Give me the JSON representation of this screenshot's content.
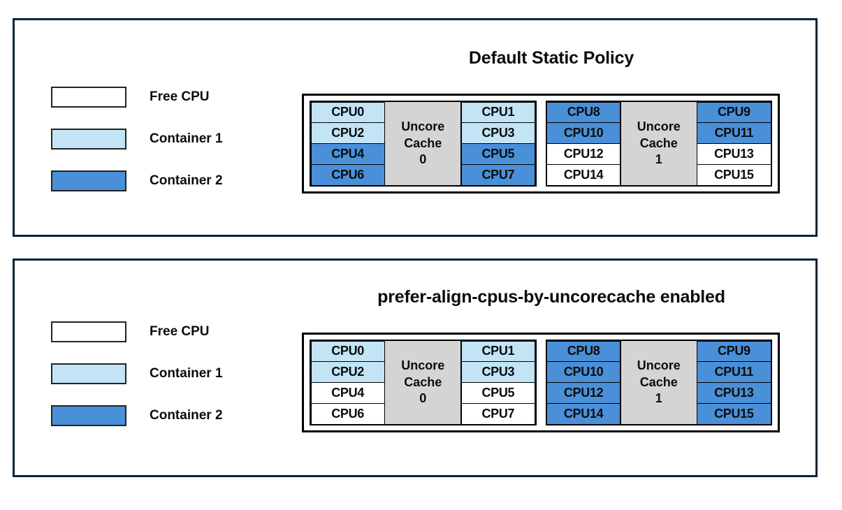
{
  "colors": {
    "free": "#ffffff",
    "container1": "#c2e4f5",
    "container2": "#4a90d9",
    "cache": "#d4d4d4",
    "panel_border": "#0a2430",
    "box_border": "#000000",
    "text": "#0c0c0c"
  },
  "legend": {
    "items": [
      {
        "label": "Free CPU",
        "swatch": "free"
      },
      {
        "label": "Container 1",
        "swatch": "container1"
      },
      {
        "label": "Container 2",
        "swatch": "container2"
      }
    ]
  },
  "panels": [
    {
      "title": "Default Static Policy",
      "caches": [
        {
          "cache_label_line1": "Uncore",
          "cache_label_line2": "Cache",
          "cache_label_line3": "0",
          "left_column": [
            {
              "label": "CPU0",
              "fill": "container1"
            },
            {
              "label": "CPU2",
              "fill": "container1"
            },
            {
              "label": "CPU4",
              "fill": "container2"
            },
            {
              "label": "CPU6",
              "fill": "container2"
            }
          ],
          "right_column": [
            {
              "label": "CPU1",
              "fill": "container1"
            },
            {
              "label": "CPU3",
              "fill": "container1"
            },
            {
              "label": "CPU5",
              "fill": "container2"
            },
            {
              "label": "CPU7",
              "fill": "container2"
            }
          ]
        },
        {
          "cache_label_line1": "Uncore",
          "cache_label_line2": "Cache",
          "cache_label_line3": "1",
          "left_column": [
            {
              "label": "CPU8",
              "fill": "container2"
            },
            {
              "label": "CPU10",
              "fill": "container2"
            },
            {
              "label": "CPU12",
              "fill": "free"
            },
            {
              "label": "CPU14",
              "fill": "free"
            }
          ],
          "right_column": [
            {
              "label": "CPU9",
              "fill": "container2"
            },
            {
              "label": "CPU11",
              "fill": "container2"
            },
            {
              "label": "CPU13",
              "fill": "free"
            },
            {
              "label": "CPU15",
              "fill": "free"
            }
          ]
        }
      ]
    },
    {
      "title": "prefer-align-cpus-by-uncorecache enabled",
      "caches": [
        {
          "cache_label_line1": "Uncore",
          "cache_label_line2": "Cache",
          "cache_label_line3": "0",
          "left_column": [
            {
              "label": "CPU0",
              "fill": "container1"
            },
            {
              "label": "CPU2",
              "fill": "container1"
            },
            {
              "label": "CPU4",
              "fill": "free"
            },
            {
              "label": "CPU6",
              "fill": "free"
            }
          ],
          "right_column": [
            {
              "label": "CPU1",
              "fill": "container1"
            },
            {
              "label": "CPU3",
              "fill": "container1"
            },
            {
              "label": "CPU5",
              "fill": "free"
            },
            {
              "label": "CPU7",
              "fill": "free"
            }
          ]
        },
        {
          "cache_label_line1": "Uncore",
          "cache_label_line2": "Cache",
          "cache_label_line3": "1",
          "left_column": [
            {
              "label": "CPU8",
              "fill": "container2"
            },
            {
              "label": "CPU10",
              "fill": "container2"
            },
            {
              "label": "CPU12",
              "fill": "container2"
            },
            {
              "label": "CPU14",
              "fill": "container2"
            }
          ],
          "right_column": [
            {
              "label": "CPU9",
              "fill": "container2"
            },
            {
              "label": "CPU11",
              "fill": "container2"
            },
            {
              "label": "CPU13",
              "fill": "container2"
            },
            {
              "label": "CPU15",
              "fill": "container2"
            }
          ]
        }
      ]
    }
  ]
}
